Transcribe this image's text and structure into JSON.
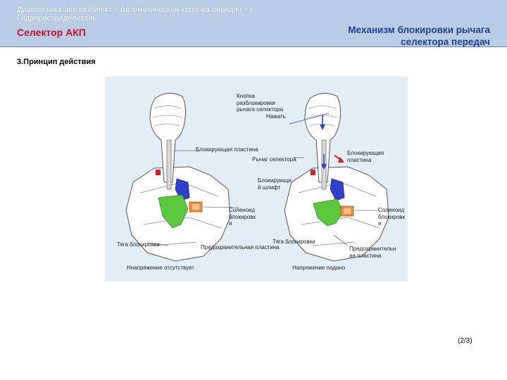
{
  "header": {
    "breadcrumb_line1": "Диагностика автомобиля >> Автоматическая коробка передач >>",
    "breadcrumb_line2": "Гидрораспределитель",
    "section": "Селектор АКП",
    "title_line1": "Механизм блокировки рычага",
    "title_line2": "селектора передач"
  },
  "content": {
    "heading": "3.Принцип действия"
  },
  "figure": {
    "labels": {
      "button_l1": "Кнопка",
      "button_l2": "разблокировки",
      "button_l3": "рычага селектора",
      "button_l4": "Нажать",
      "lock_plate_left": "Блокирующая пластина",
      "lock_plate_right": "Блокирующая пластина",
      "selector_lever": "Рычаг селектора",
      "pin_l1": "Блокирующи",
      "pin_l2": "й шлифт",
      "solenoid_left_l1": "Соленоид",
      "solenoid_left_l2": "блокировк",
      "solenoid_left_l3": "и",
      "solenoid_right_l1": "Соленоид",
      "solenoid_right_l2": "блокировк",
      "solenoid_right_l3": "и",
      "rod_left": "Тяга блокировки",
      "rod_right": "Тяга блокировки",
      "safety_left": "Предохранительная пластина",
      "safety_right_l1": "Предохранительн",
      "safety_right_l2": "ая пластина",
      "no_voltage": "Ннапряжение отсутствует",
      "voltage_on": "Напряжение подано"
    },
    "colors": {
      "green_part": "#5cc63c",
      "blue_part": "#2f3fc8",
      "red_part": "#d8202a",
      "orange_part": "#e8923a"
    }
  },
  "footer": {
    "page": "(2/3)"
  }
}
